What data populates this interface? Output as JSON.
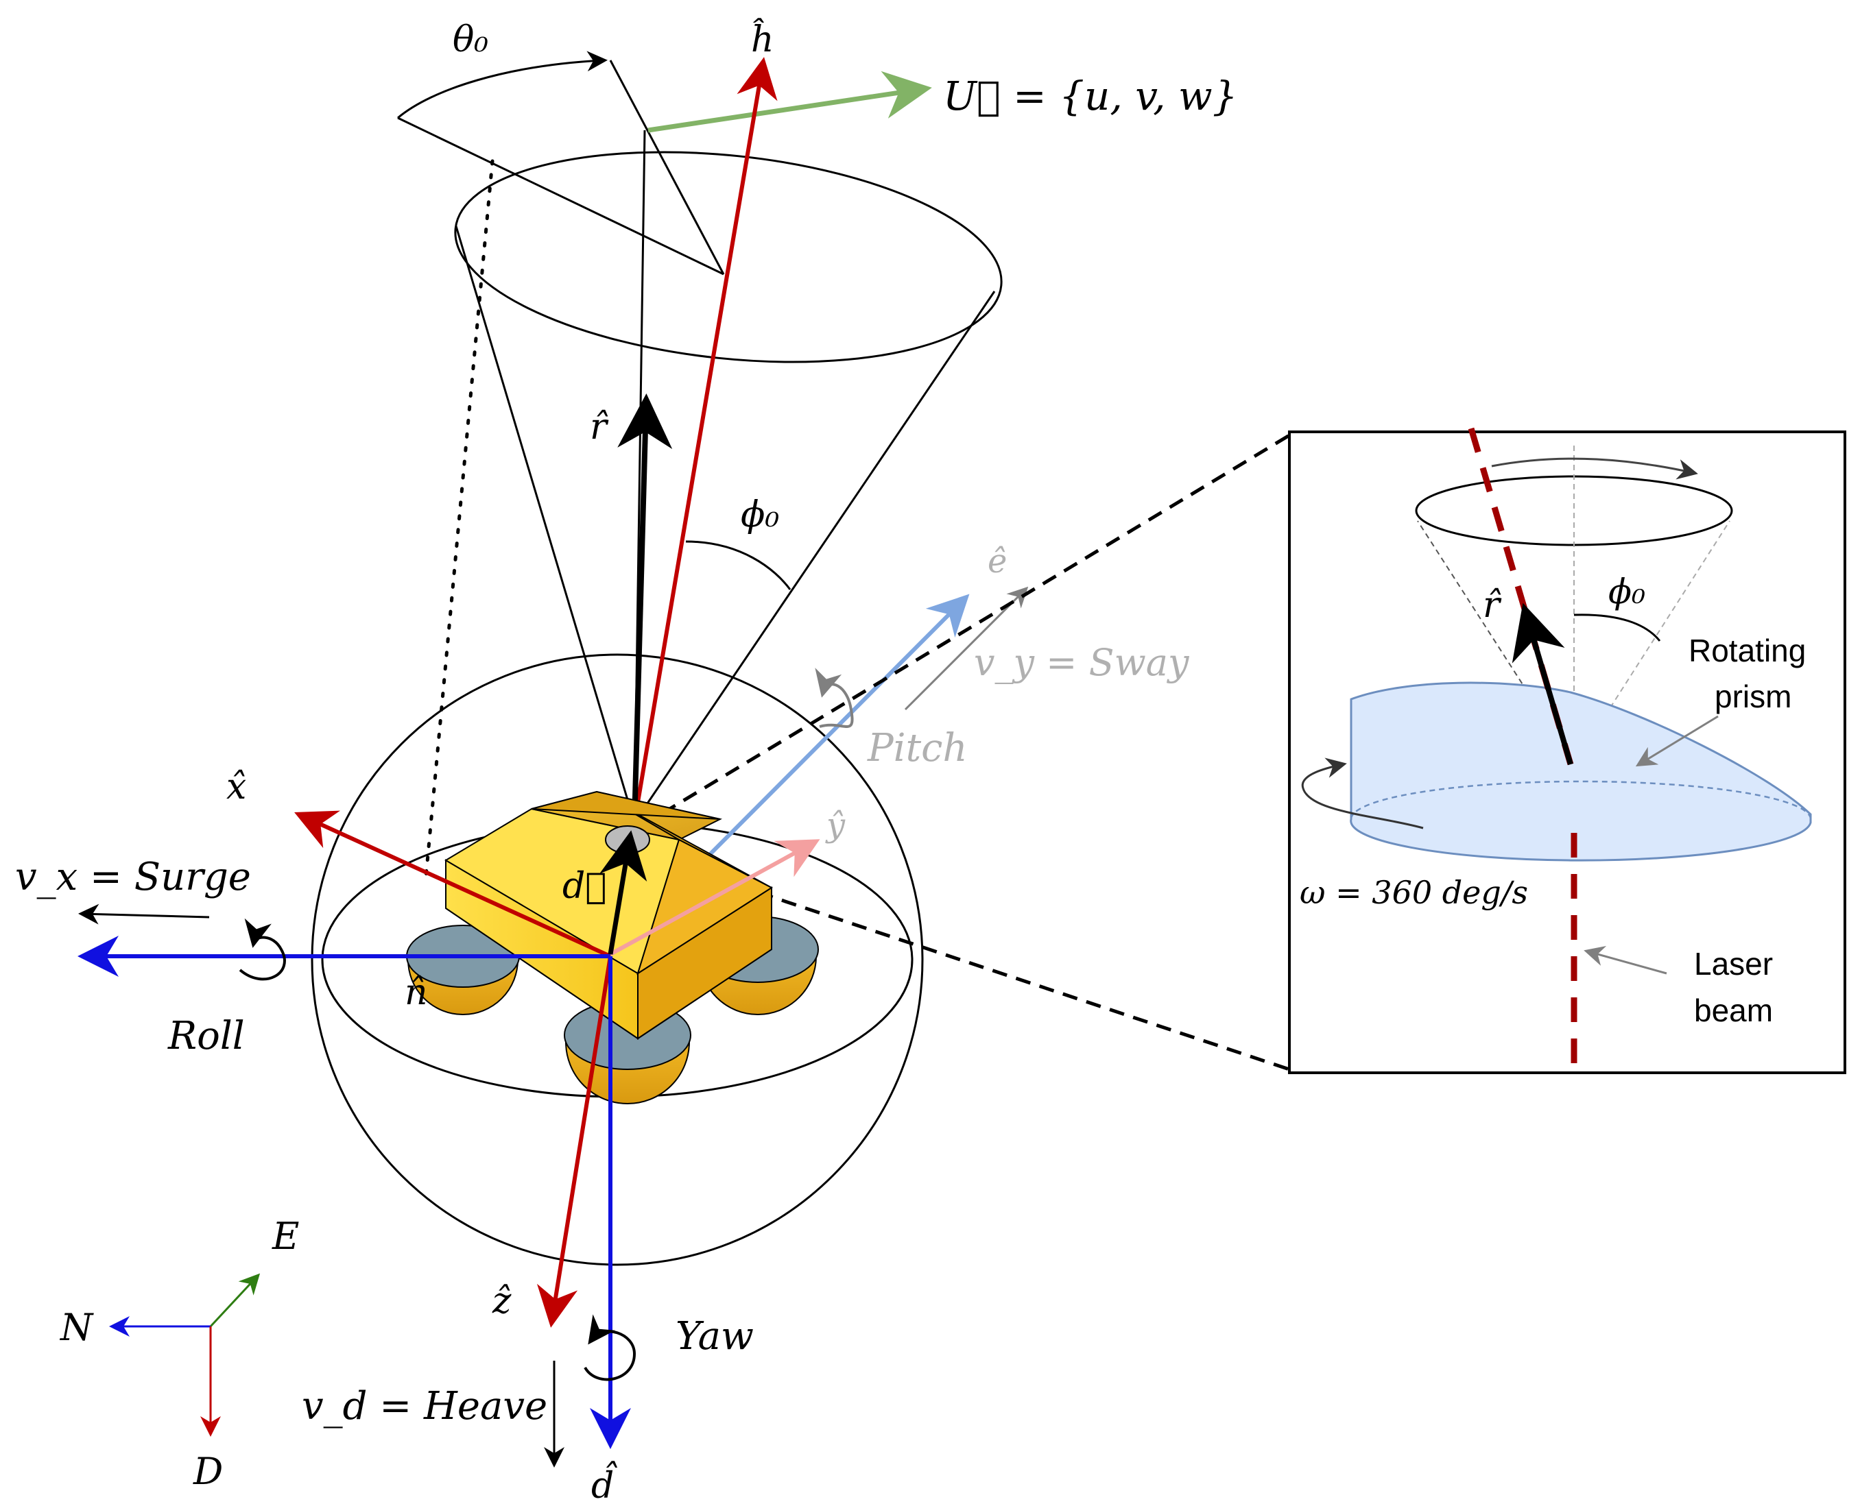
{
  "labels": {
    "theta0": "θ₀",
    "h_hat": "ĥ",
    "u_vec": "U⃗ = {u, v, w}",
    "r_hat": "r̂",
    "phi0": "ϕ₀",
    "e_hat": "ê",
    "vy_sway": "v_y = Sway",
    "pitch": "Pitch",
    "x_hat": "x̂",
    "y_hat": "ŷ",
    "d_vec": "d⃗",
    "vx_surge": "v_x = Surge",
    "roll": "Roll",
    "n_hat": "n̂",
    "z_hat": "ẑ",
    "yaw": "Yaw",
    "vd_heave": "v_d = Heave",
    "d_hat": "d̂",
    "compass_E": "E",
    "compass_N": "N",
    "compass_D": "D"
  },
  "inset": {
    "r_hat": "r̂",
    "phi0": "ϕ₀",
    "rotating_prism_line1": "Rotating",
    "rotating_prism_line2": "prism",
    "omega": "ω = 360 deg/s",
    "laser_line1": "Laser",
    "laser_line2": "beam"
  },
  "colors": {
    "red": "#c00000",
    "blue": "#1010e0",
    "green": "#82b366",
    "lightblue": "#7ea6e0",
    "pink": "#f4a0a0",
    "gray": "#808080",
    "darkred": "#a00000",
    "compass_green": "#2e7d12"
  }
}
